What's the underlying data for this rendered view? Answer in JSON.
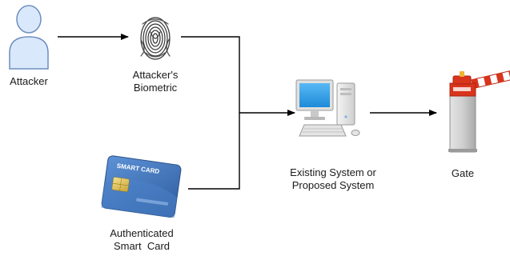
{
  "nodes": {
    "attacker": {
      "label": "Attacker",
      "icon": "user-icon",
      "fill_color": "#dae8fc",
      "stroke_color": "#6c8ebf"
    },
    "biometric": {
      "label_lines": [
        "Attacker's",
        "Biometric"
      ],
      "icon": "fingerprint-icon"
    },
    "smart_card": {
      "label_lines": [
        "Authenticated",
        "Smart  Card"
      ],
      "icon": "smart-card-icon",
      "card_text": "SMART CARD",
      "card_color": "#3b6fb0"
    },
    "system": {
      "label_lines": [
        "Existing System or",
        "Proposed System"
      ],
      "icon": "computer-icon",
      "screen_color": "#3aa7f0"
    },
    "gate": {
      "label": "Gate",
      "icon": "gate-barrier-icon",
      "barrier_color": "#d9341c",
      "post_color": "#c7c7c7"
    }
  },
  "edges": [
    {
      "from": "attacker",
      "to": "biometric"
    },
    {
      "from": "biometric",
      "to": "system"
    },
    {
      "from": "smart_card",
      "to": "system"
    },
    {
      "from": "system",
      "to": "gate"
    }
  ],
  "colors": {
    "connector": "#000000",
    "text": "#1a1a1a"
  }
}
